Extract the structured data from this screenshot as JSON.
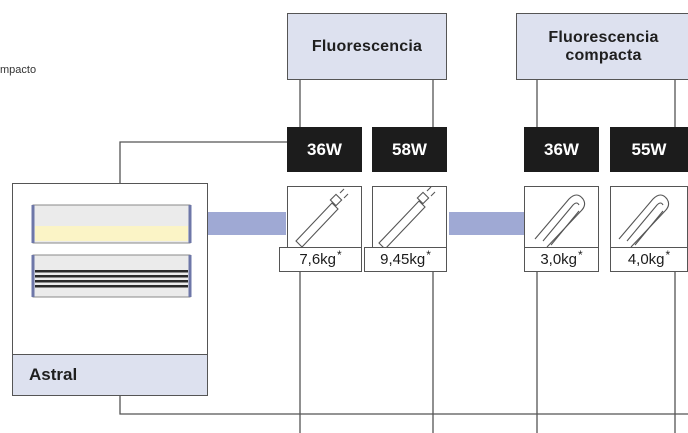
{
  "corner_text": "mpacto",
  "categories": [
    {
      "id": "fluorescencia",
      "label": "Fluorescencia"
    },
    {
      "id": "fluorescencia-compacta",
      "label_line1": "Fluorescencia",
      "label_line2": "compacta"
    }
  ],
  "lamps": [
    {
      "wattage": "36W",
      "weight": "7,6kg",
      "asterisk": "*",
      "type": "tube"
    },
    {
      "wattage": "58W",
      "weight": "9,45kg",
      "asterisk": "*",
      "type": "tube"
    },
    {
      "wattage": "36W",
      "weight": "3,0kg",
      "asterisk": "*",
      "type": "compact"
    },
    {
      "wattage": "55W",
      "weight": "4,0kg",
      "asterisk": "*",
      "type": "compact"
    }
  ],
  "product": {
    "name": "Astral"
  },
  "colors": {
    "box_fill": "#dde1ef",
    "connector_band": "#9fa9d4",
    "wattage_bg": "#1c1c1c",
    "line": "#555555",
    "luminaire_glow": "#fbf4c6"
  }
}
